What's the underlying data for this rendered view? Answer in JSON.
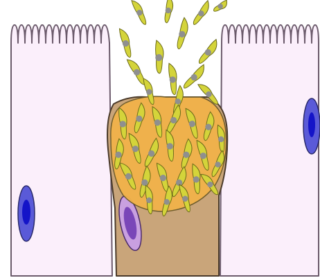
{
  "figure": {
    "subject": "",
    "colors": {
      "background": "#ffffff",
      "epithelial_cell_fill": "#fbeffb",
      "epithelial_cell_stroke": "#6b5a6b",
      "epithelial_nucleus_outer": "#5a5ad8",
      "epithelial_nucleus_inner": "#1414c8",
      "infected_cell_fill": "#c9a57a",
      "infected_cell_stroke": "#4a3a2a",
      "infected_nucleus_outer": "#c9a0e0",
      "infected_nucleus_inner": "#7a46b8",
      "vacuole_fill": "#f2b24a",
      "parasite_fill": "#d4d43a",
      "parasite_stroke": "#6a6a1a",
      "parasite_nucleus": "#8f8f8f"
    },
    "elements": [
      "epithelial-cell-left",
      "epithelial-cell-right",
      "infected-cell",
      "parasitophorous-vacuole",
      "released-merozoites",
      "microvilli-border-left",
      "microvilli-border-right"
    ]
  }
}
